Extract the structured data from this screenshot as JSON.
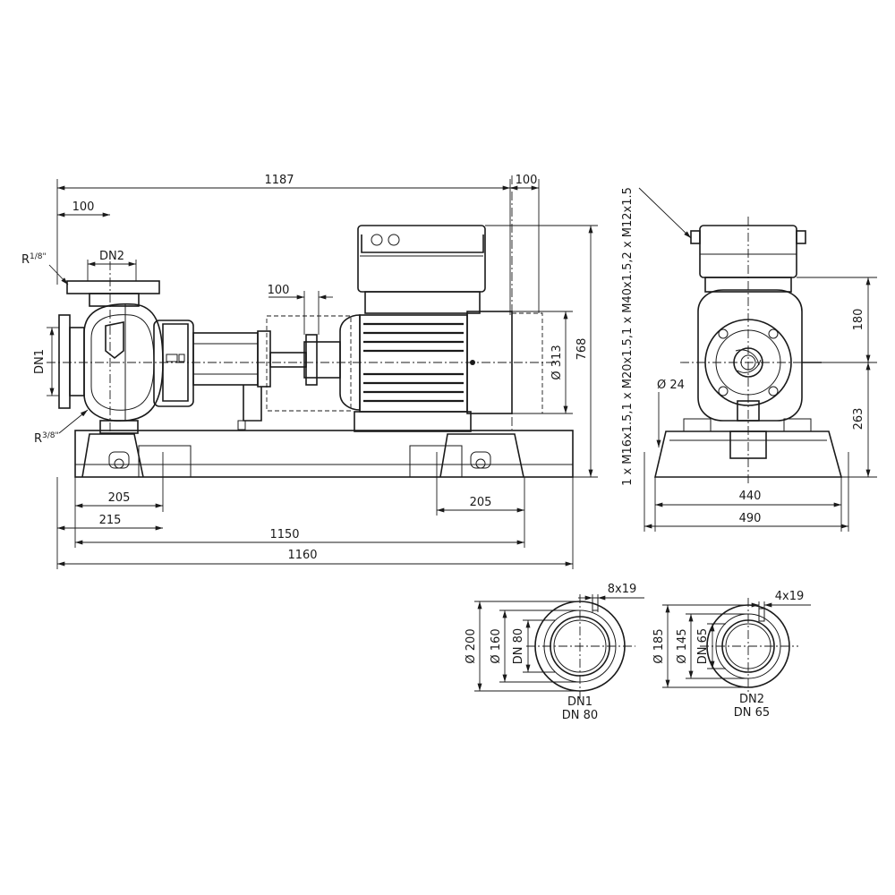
{
  "front_view": {
    "total_length": "1187",
    "motor_overhang": "100",
    "flange_offset": "100",
    "discharge_label": "DN2",
    "suction_label": "DN1",
    "vent_plug": "R",
    "vent_plug_size": "1/8\"",
    "drain_plug": "R",
    "drain_plug_size": "3/8\"",
    "coupling_guard": "100",
    "motor_diameter": "Ø 313",
    "height": "768",
    "foot_left": "205",
    "foot_right": "205",
    "pump_center": "215",
    "base_length_inner": "1150",
    "base_length_outer": "1160"
  },
  "side_view": {
    "cable_glands": "1 x M16x1.5,1 x M20x1.5,1 x M40x1.5,2 x M12x1.5",
    "shaft_height_upper": "180",
    "shaft_height_lower": "263",
    "bolt_hole": "Ø 24",
    "base_width_inner": "440",
    "base_width_outer": "490"
  },
  "flange_dn1": {
    "outer": "Ø 200",
    "bolt_circle": "Ø 160",
    "bore": "DN 80",
    "holes": "8x19",
    "name": "DN1",
    "size": "DN 80"
  },
  "flange_dn2": {
    "outer": "Ø 185",
    "bolt_circle": "Ø 145",
    "bore": "DN 65",
    "holes": "4x19",
    "name": "DN2",
    "size": "DN 65"
  }
}
